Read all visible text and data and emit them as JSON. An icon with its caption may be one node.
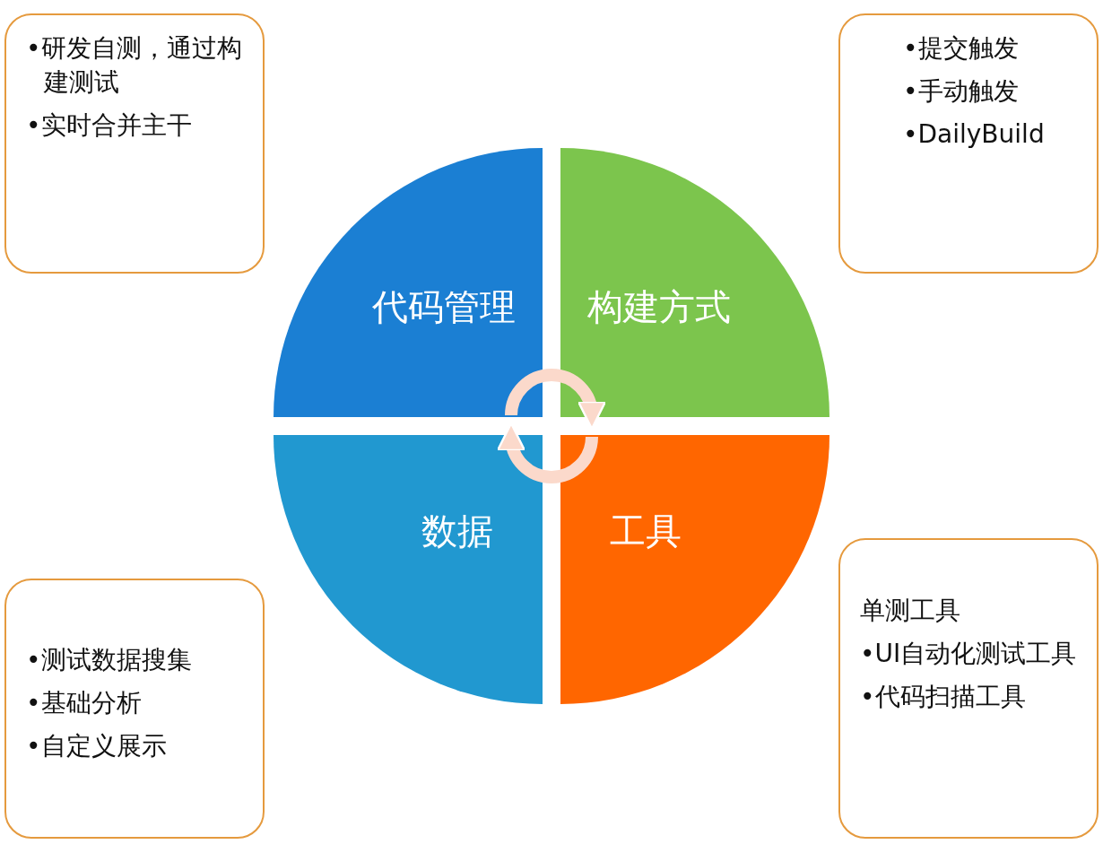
{
  "diagram": {
    "nodes": [
      {
        "text": [
          "•研发自测，通过构建测试",
          "•实时合并主干"
        ]
      },
      {
        "text": [
          "•提交触发",
          "•手动触发",
          "•DailyBuild"
        ]
      },
      {
        "text": [
          "代码管理"
        ]
      },
      {
        "text": [
          "构建方式"
        ]
      },
      {
        "text": [
          "数据"
        ]
      },
      {
        "text": [
          "工具"
        ]
      },
      {
        "text": [
          "•测试数据搜集",
          "•基础分析",
          "•自定义展示"
        ]
      },
      {
        "text": [
          "单测工具",
          "•UI自动化测试工具",
          "•代码扫描工具"
        ]
      }
    ],
    "edges": [
      {
        "from": 2,
        "to": 3,
        "arrow": "to"
      },
      {
        "from": 5,
        "to": 4,
        "arrow": "to"
      }
    ]
  }
}
